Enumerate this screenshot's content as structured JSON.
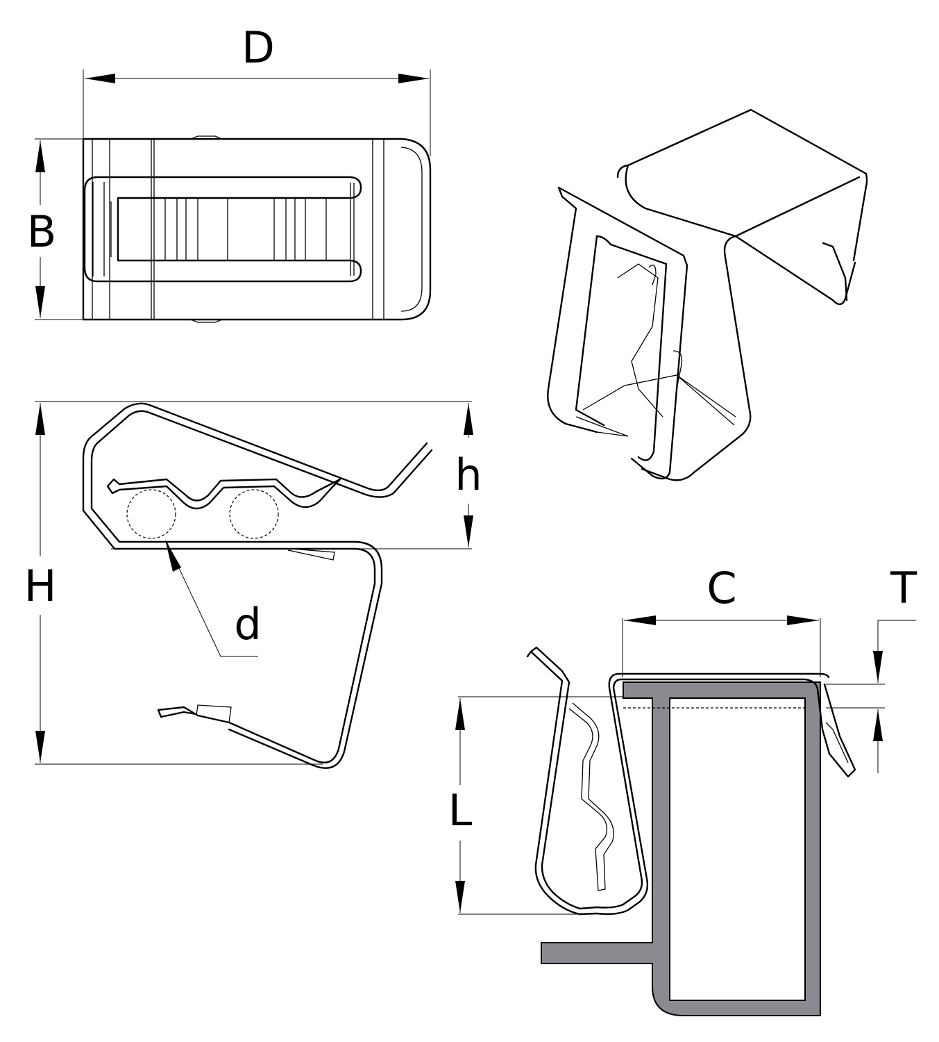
{
  "labels": {
    "D": "D",
    "B": "B",
    "h": "h",
    "H": "H",
    "d": "d",
    "C": "C",
    "T": "T",
    "L": "L"
  },
  "colors": {
    "line": "#000000",
    "section_fill": "#8a8a90",
    "background": "#ffffff"
  }
}
